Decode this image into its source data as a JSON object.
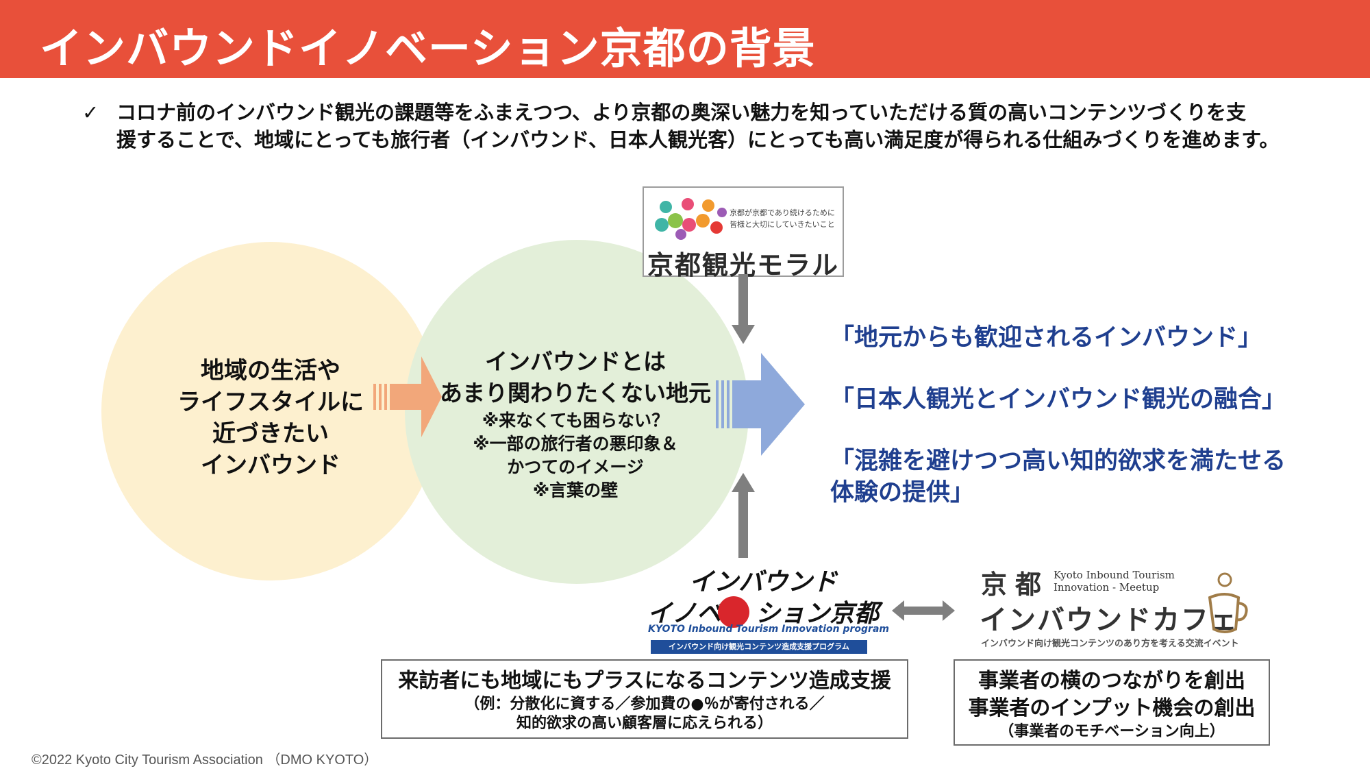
{
  "title": "インバウンドイノベーション京都の背景",
  "intro": {
    "check": "✓",
    "line1": "コロナ前のインバウンド観光の課題等をふまえつつ、より京都の奥深い魅力を知っていただける質の高いコンテンツづくりを支",
    "line2": "援することで、地域にとっても旅行者（インバウンド、日本人観光客）にとっても高い満足度が得られる仕組みづくりを進めます。"
  },
  "circle_left": {
    "lines": [
      "地域の生活や",
      "ライフスタイルに",
      "近づきたい",
      "インバウンド"
    ]
  },
  "circle_center": {
    "line1": "インバウンドとは",
    "line2": "あまり関わりたくない地元",
    "notes": [
      "※来なくても困らない？",
      "※一部の旅行者の悪印象＆",
      "かつてのイメージ",
      "※言葉の壁"
    ]
  },
  "moral_logo": {
    "small_line1": "京都が京都であり続けるために",
    "small_line2": "皆様と大切にしていきたいこと",
    "name": "京都観光モラル"
  },
  "quotes": [
    "「地元からも歓迎されるインバウンド」",
    "「日本人観光とインバウンド観光の融合」",
    "「混雑を避けつつ高い知的欲求を満たせる",
    "体験の提供」"
  ],
  "innovation_logo": {
    "line1": "インバウンド",
    "line2a": "イノベ",
    "line2b": "ション京都",
    "line3": "KYOTO Inbound Tourism Innovation program",
    "band": "インバウンド向け観光コンテンツ造成支援プログラム"
  },
  "cafe_logo": {
    "kyoto": "京都",
    "en1": "Kyoto Inbound Tourism",
    "en2": "Innovation - Meetup",
    "name": "インバウンドカフェ",
    "sub": "インバウンド向け観光コンテンツのあり方を考える交流イベント"
  },
  "box_left": {
    "main": "来訪者にも地域にもプラスになるコンテンツ造成支援",
    "sub1": "（例：分散化に資する／参加費の●％が寄付される／",
    "sub2": "知的欲求の高い顧客層に応えられる）"
  },
  "box_right": {
    "main1": "事業者の横のつながりを創出",
    "main2": "事業者のインプット機会の創出",
    "sub": "（事業者のモチベーション向上）"
  },
  "footer": "©2022 Kyoto City Tourism Association （DMO KYOTO）",
  "colors": {
    "title_bar": "#E8503A",
    "circle_left": "#FDF0CF",
    "circle_center": "#E3EFD9",
    "arrow_orange": "#F2A77A",
    "arrow_blue": "#8EA9DB",
    "quote_text": "#1F3F8F",
    "connector_gray": "#7F7F7F"
  }
}
